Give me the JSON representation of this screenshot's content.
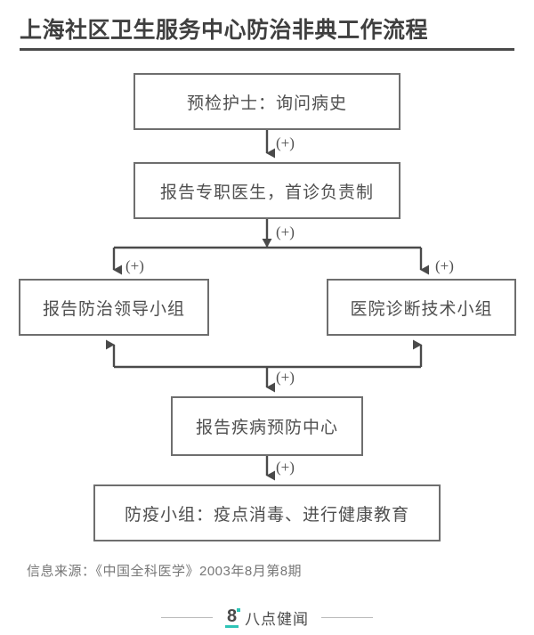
{
  "header": {
    "title": "上海社区卫生服务中心防治非典工作流程"
  },
  "flowchart": {
    "type": "flowchart",
    "edge_label": "(+)",
    "nodes": [
      {
        "id": "triage",
        "label": "预检护士：询问病史"
      },
      {
        "id": "report-doc",
        "label": "报告专职医生，首诊负责制"
      },
      {
        "id": "lead-group",
        "label": "报告防治领导小组"
      },
      {
        "id": "diag-group",
        "label": "医院诊断技术小组"
      },
      {
        "id": "cdc",
        "label": "报告疾病预防中心"
      },
      {
        "id": "epi-team",
        "label": "防疫小组：疫点消毒、进行健康教育"
      }
    ],
    "edges": [
      {
        "from": "triage",
        "to": "report-doc",
        "label": "(+)"
      },
      {
        "from": "report-doc",
        "to": "lead-group",
        "label": "(+)"
      },
      {
        "from": "report-doc",
        "to": "diag-group",
        "label": "(+)"
      },
      {
        "from": "report-doc",
        "to": "split",
        "label": "(+)"
      },
      {
        "from": "cdc-join",
        "to": "lead-group",
        "label": ""
      },
      {
        "from": "cdc-join",
        "to": "diag-group",
        "label": ""
      },
      {
        "from": "cdc-join",
        "to": "cdc",
        "label": "(+)"
      },
      {
        "from": "cdc",
        "to": "epi-team",
        "label": "(+)"
      }
    ],
    "colors": {
      "node_border": "#6e6e6e",
      "node_fill": "#ffffff",
      "connector": "#4a4a4a",
      "text": "#4f4f4f"
    }
  },
  "source": {
    "text": "信息来源：《中国全科医学》2003年8月第8期"
  },
  "footer": {
    "mark": "8",
    "brand": "八点健闻",
    "accent_color": "#2ec4b6"
  }
}
